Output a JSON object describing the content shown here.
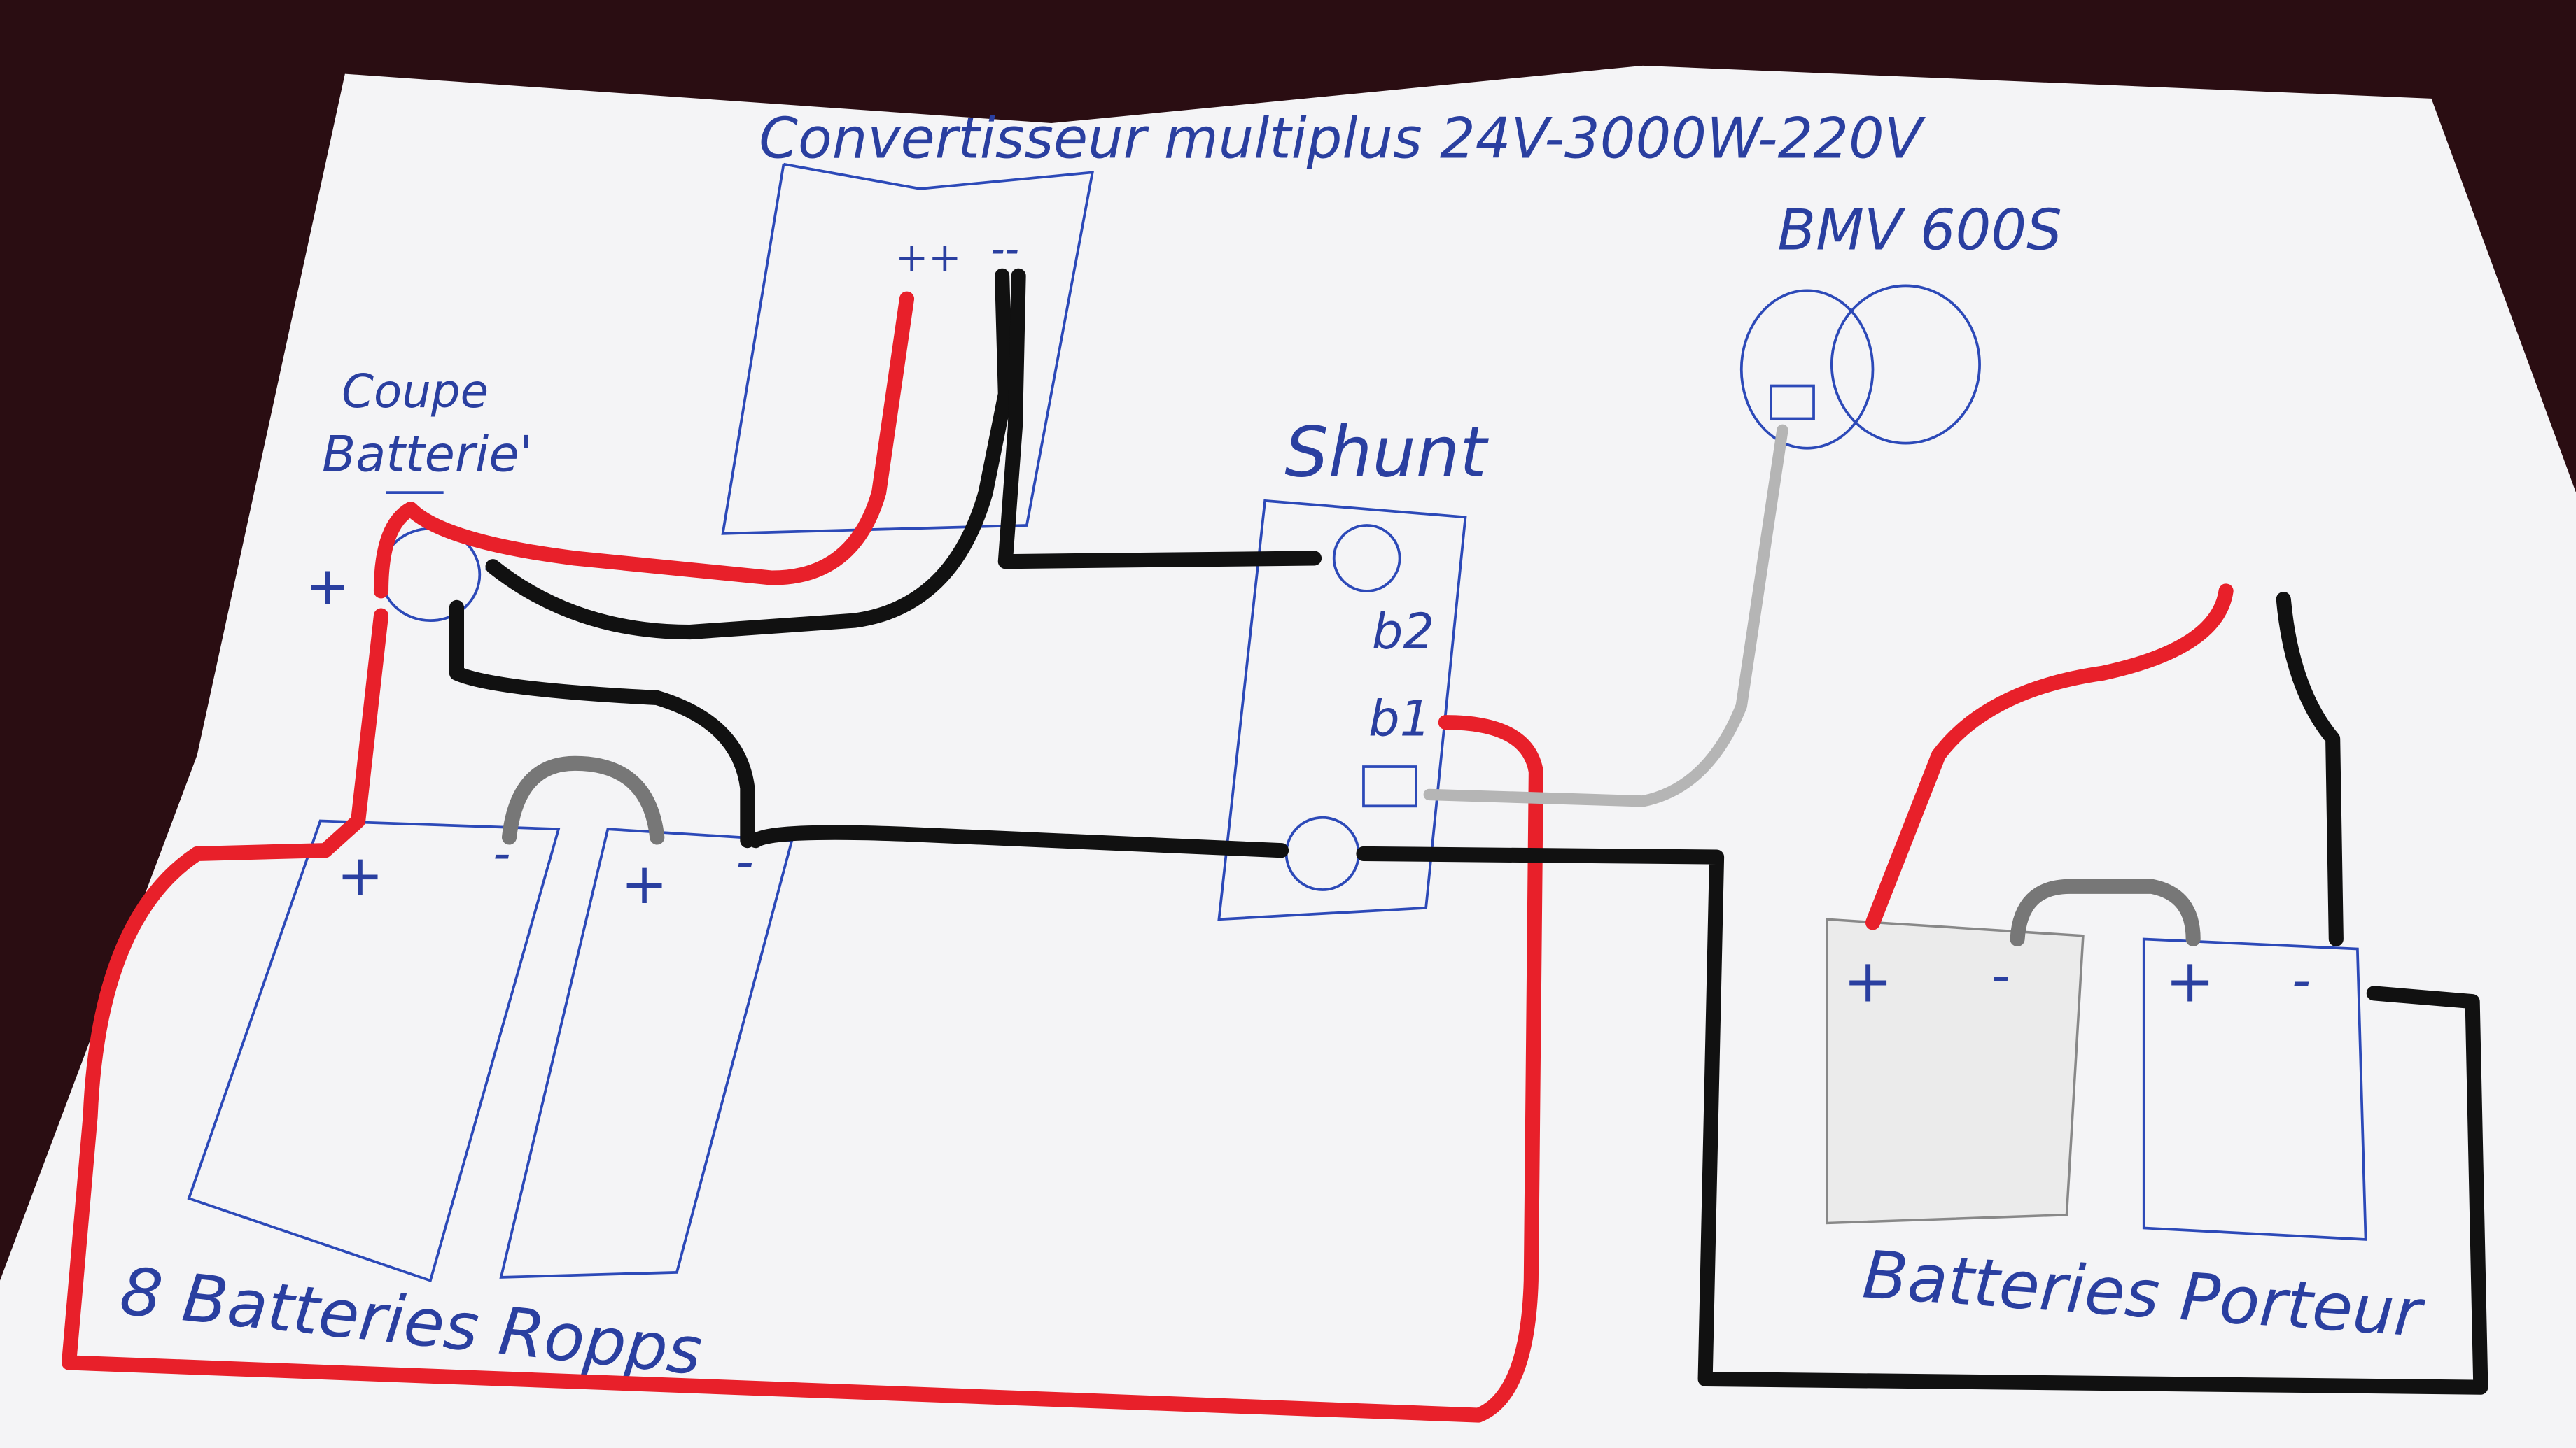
{
  "title": "Convertisseur multiplus 24V-3000W-220V",
  "converter": {
    "pos_label": "++",
    "neg_label": "--"
  },
  "monitor": {
    "label": "BMV 600S"
  },
  "switch": {
    "label_line1": "Coupe",
    "label_line2": "Batterie'",
    "plus": "+",
    "minus": "-"
  },
  "shunt": {
    "label": "Shunt",
    "b2": "b2",
    "b1": "b1"
  },
  "bank_left": {
    "label": "8 Batteries Ropps",
    "terminals": [
      "+",
      "-",
      "+",
      "-"
    ]
  },
  "bank_right": {
    "label": "Batteries Porteur",
    "terminals": [
      "+",
      "-",
      "+",
      "-"
    ]
  },
  "colors": {
    "positive": "#e8202a",
    "negative": "#111111",
    "signal": "#b5b5b5",
    "ink": "#2c49b8",
    "paper": "#f4f4f6",
    "background": "#2a0d12"
  }
}
